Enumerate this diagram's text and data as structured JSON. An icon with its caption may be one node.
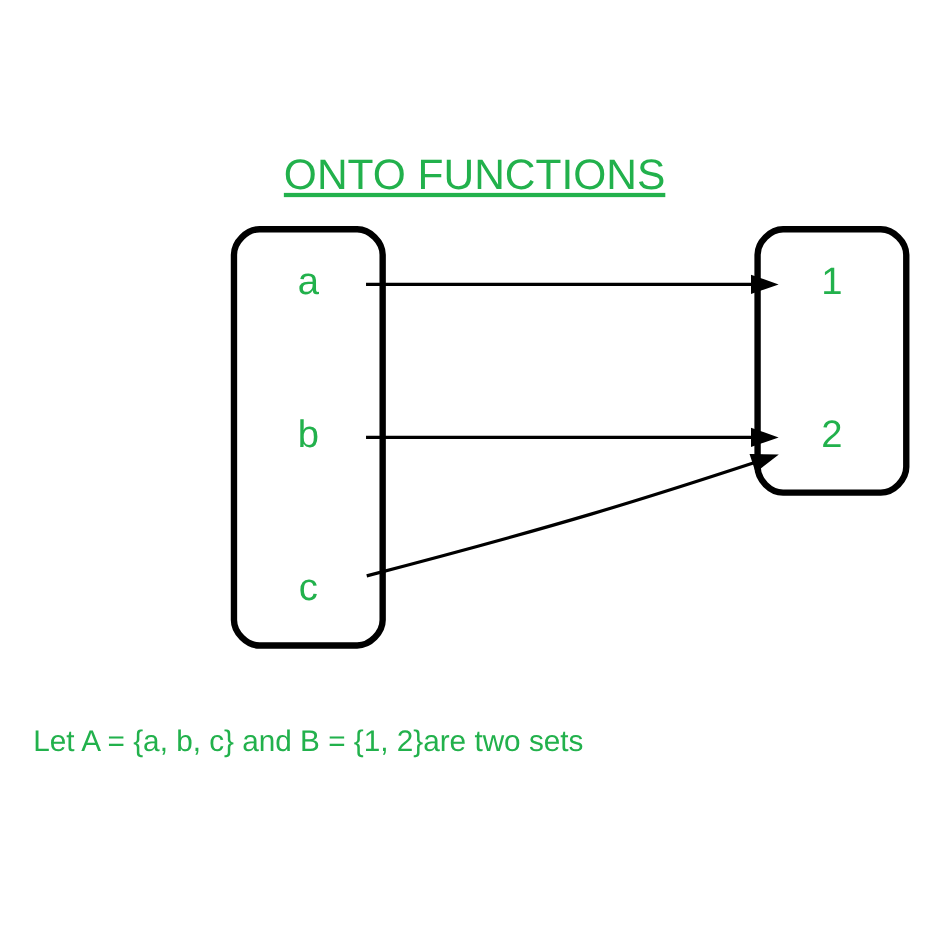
{
  "diagram": {
    "title": "ONTO FUNCTIONS",
    "nodes": [
      {
        "text": [],
        "shape": "ellipse"
      },
      {
        "text": [
          "a"
        ],
        "in": 0
      },
      {
        "text": [
          "b"
        ],
        "in": 0
      },
      {
        "text": [
          "c"
        ],
        "in": 0
      },
      {
        "text": [],
        "shape": "ellipse"
      },
      {
        "text": [
          "1"
        ],
        "in": 4
      },
      {
        "text": [
          "2"
        ],
        "in": 4
      }
    ],
    "edges": [
      {
        "from": 1,
        "to": 5,
        "arrow": "to"
      },
      {
        "from": 2,
        "to": 6,
        "arrow": "to"
      },
      {
        "from": 3,
        "to": 6,
        "arrow": "to"
      }
    ],
    "labels": [
      "Let A = {a, b, c} and B = {1, 2}are two sets"
    ]
  }
}
